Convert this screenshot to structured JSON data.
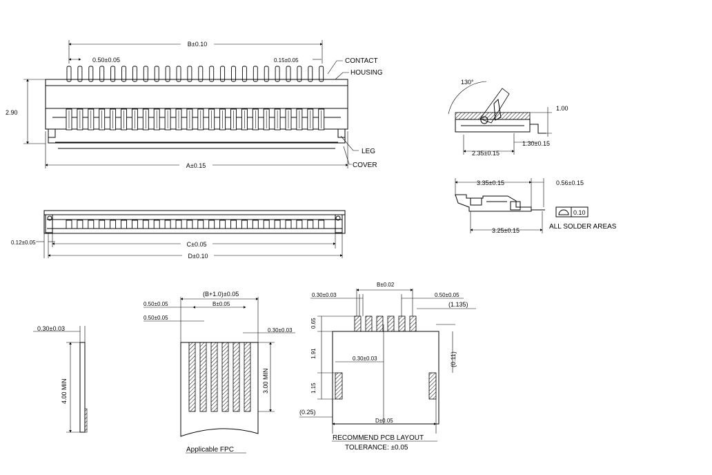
{
  "top_view": {
    "dim_b": "B±0.10",
    "dim_pitch": "0.50±0.05",
    "dim_contact_w": "0.15±0.05",
    "dim_height": "2.90",
    "dim_a": "A±0.15",
    "label_contact": "CONTACT",
    "label_housing": "HOUSING",
    "label_leg": "LEG",
    "label_cover": "COVER"
  },
  "bottom_view": {
    "dim_offset": "0.12±0.05",
    "dim_c": "C±0.05",
    "dim_d": "D±0.10"
  },
  "side_view": {
    "dim_angle": "130°",
    "dim_height": "1.00",
    "dim_1_30": "1.30±0.15",
    "dim_2_35": "2.35±0.15"
  },
  "profile_view": {
    "dim_3_35": "3.35±0.15",
    "dim_0_56": "0.56±0.15",
    "dim_3_25": "3.25±0.15",
    "flatness_value": "0.10",
    "note": "ALL SOLDER AREAS"
  },
  "fpc_side": {
    "dim_thickness": "0.30±0.03",
    "dim_length": "4.00 MIN"
  },
  "fpc": {
    "dim_b_plus": "(B+1.0)±0.05",
    "dim_b": "B±0.05",
    "dim_pitch_1": "0.50±0.05",
    "dim_pitch_2": "0.50±0.05",
    "dim_width": "0.30±0.03",
    "dim_length": "3.00 MIN",
    "caption": "Applicable FPC"
  },
  "pcb_layout": {
    "dim_b": "B±0.02",
    "dim_pad_w": "0.30±0.03",
    "dim_pitch": "0.50±0.05",
    "dim_1_135": "(1.135)",
    "dim_0_65": "0.65",
    "dim_1_91": "1.91",
    "dim_pad_w2": "0.30±0.03",
    "dim_0_11": "(0.11)",
    "dim_1_15": "1.15",
    "dim_0_25": "(0.25)",
    "dim_d": "D±0.05",
    "caption": "RECOMMEND PCB LAYOUT",
    "tolerance": "TOLERANCE: ±0.05"
  }
}
